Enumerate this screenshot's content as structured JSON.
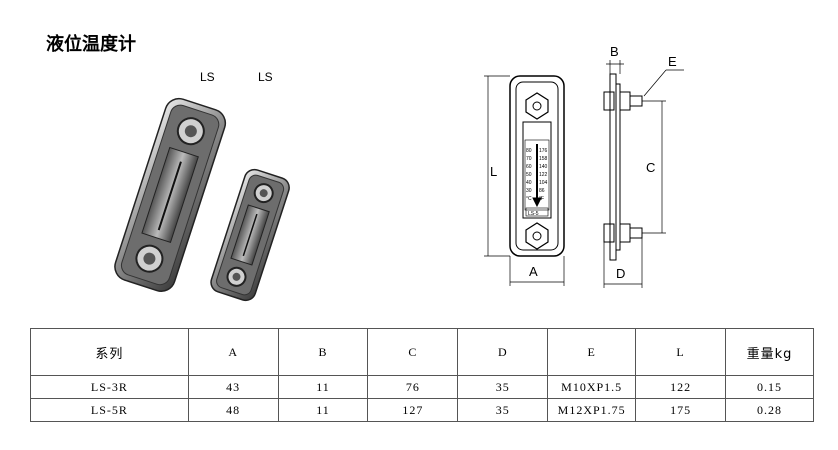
{
  "title": "液位温度计",
  "model_labels": [
    "LS",
    "LS"
  ],
  "drawing_labels": {
    "A": "A",
    "B": "B",
    "C": "C",
    "D": "D",
    "E": "E",
    "L": "L",
    "scale_left": [
      "80",
      "70",
      "60",
      "50",
      "40",
      "30",
      "°C"
    ],
    "scale_right": [
      "176",
      "158",
      "140",
      "122",
      "104",
      "86",
      "°F"
    ],
    "model_tag": "LS-5"
  },
  "table": {
    "headers": [
      "系列",
      "A",
      "B",
      "C",
      "D",
      "E",
      "L",
      "重量kg"
    ],
    "rows": [
      [
        "LS-3R",
        "43",
        "11",
        "76",
        "35",
        "M10XP1.5",
        "122",
        "0.15"
      ],
      [
        "LS-5R",
        "48",
        "11",
        "127",
        "35",
        "M12XP1.75",
        "175",
        "0.28"
      ]
    ]
  }
}
